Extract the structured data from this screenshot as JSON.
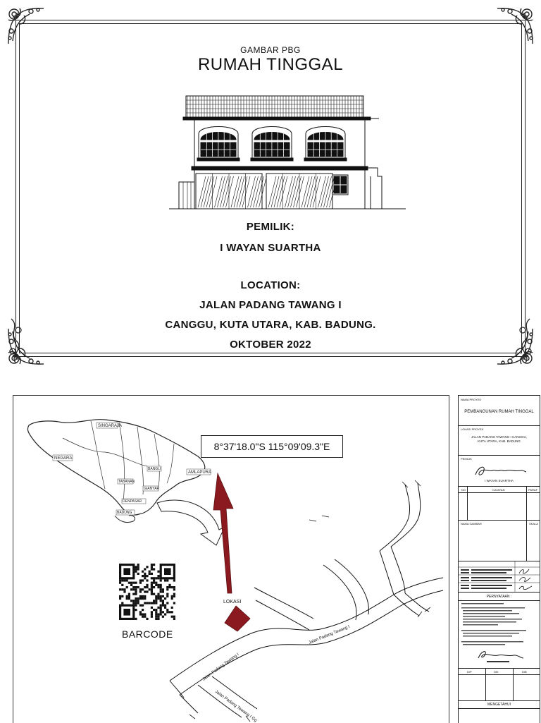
{
  "cover": {
    "subtitle": "GAMBAR PBG",
    "title": "RUMAH TINGGAL",
    "owner_label": "PEMILIK:",
    "owner_name": "I WAYAN SUARTHA",
    "location_label": "LOCATION:",
    "address_line1": "JALAN PADANG TAWANG I",
    "address_line2": "CANGGU, KUTA UTARA, KAB. BADUNG.",
    "date": "OKTOBER 2022"
  },
  "site_plan": {
    "coordinates": "8°37'18.0\"S 115°09'09.3\"E",
    "lokasi_label": "LOKASI",
    "barcode_label": "BARCODE",
    "map_labels": [
      "NEGARA",
      "SINGARAJA",
      "AMLAPURA",
      "BANGLI",
      "TABANAN",
      "GIANYAR",
      "DENPASAR",
      "BADUNG"
    ],
    "road_labels": [
      "Jalan Padang Tawang I",
      "Jalan Padang Tawang I",
      "Jalan Padang Tawang I Gg"
    ]
  },
  "title_block": {
    "project_name_label": "NAMA PROYEK",
    "project_name": "PEMBANGUNAN RUMAH TINGGAL",
    "project_location_label": "LOKASI PROYEK",
    "project_location": "JALAN PADANG TAWANG I CANGGU, KUTA UTARA, KAB. BADUNG",
    "owner_label": "PEMILIK",
    "owner_name": "I WAYAN SUARTHA",
    "col_no": "NO",
    "col_catatan": "CATATAN",
    "col_paraf": "PARAF",
    "drawing_name_label": "NAMA GAMBAR",
    "scale_label": "SKALA",
    "pernyataan": "PERNYATAAN :",
    "dip": "DIP",
    "dik": "DIK",
    "dib": "DIB",
    "mengetahui": "MENGETAHUI"
  }
}
